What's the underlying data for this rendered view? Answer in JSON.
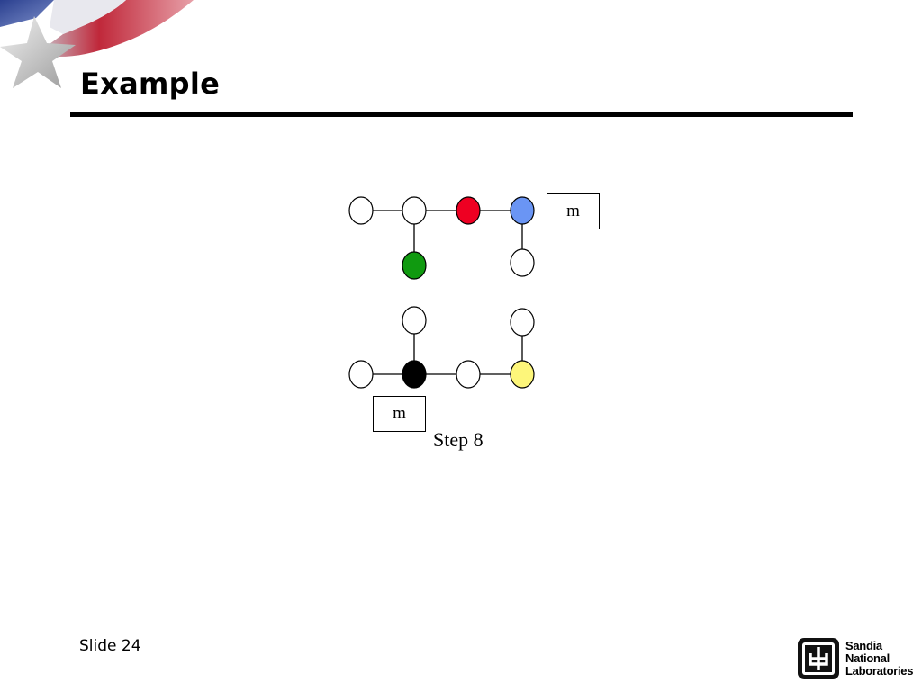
{
  "slide": {
    "title": "Example",
    "slide_number_label": "Slide 24",
    "step_label": "Step 8",
    "m_box_top_label": "m",
    "m_box_bottom_label": "m"
  },
  "colors": {
    "red": "#ee0022",
    "blue": "#6a95f4",
    "green": "#109a10",
    "black": "#000000",
    "yellow": "#fdf67a",
    "white": "#ffffff"
  },
  "lab_logo": {
    "line1": "Sandia",
    "line2": "National",
    "line3": "Laboratories"
  }
}
